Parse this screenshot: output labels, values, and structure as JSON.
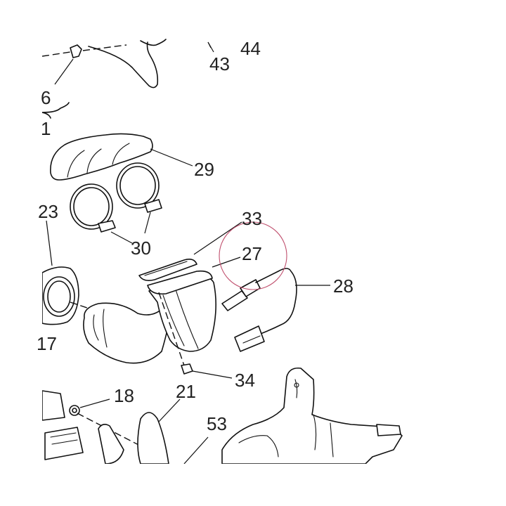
{
  "diagram": {
    "callouts": [
      {
        "id": "c44",
        "text": "44"
      },
      {
        "id": "c43",
        "text": "43"
      },
      {
        "id": "c6",
        "text": "6"
      },
      {
        "id": "c1",
        "text": "1"
      },
      {
        "id": "c29",
        "text": "29"
      },
      {
        "id": "c23",
        "text": "23"
      },
      {
        "id": "c33",
        "text": "33"
      },
      {
        "id": "c30",
        "text": "30"
      },
      {
        "id": "c27",
        "text": "27"
      },
      {
        "id": "c28",
        "text": "28"
      },
      {
        "id": "c17",
        "text": "17"
      },
      {
        "id": "c34",
        "text": "34"
      },
      {
        "id": "c18",
        "text": "18"
      },
      {
        "id": "c21",
        "text": "21"
      },
      {
        "id": "c53",
        "text": "53"
      }
    ],
    "highlight_color": "#c0506e",
    "line_color": "#111111",
    "label_color": "#222222"
  }
}
